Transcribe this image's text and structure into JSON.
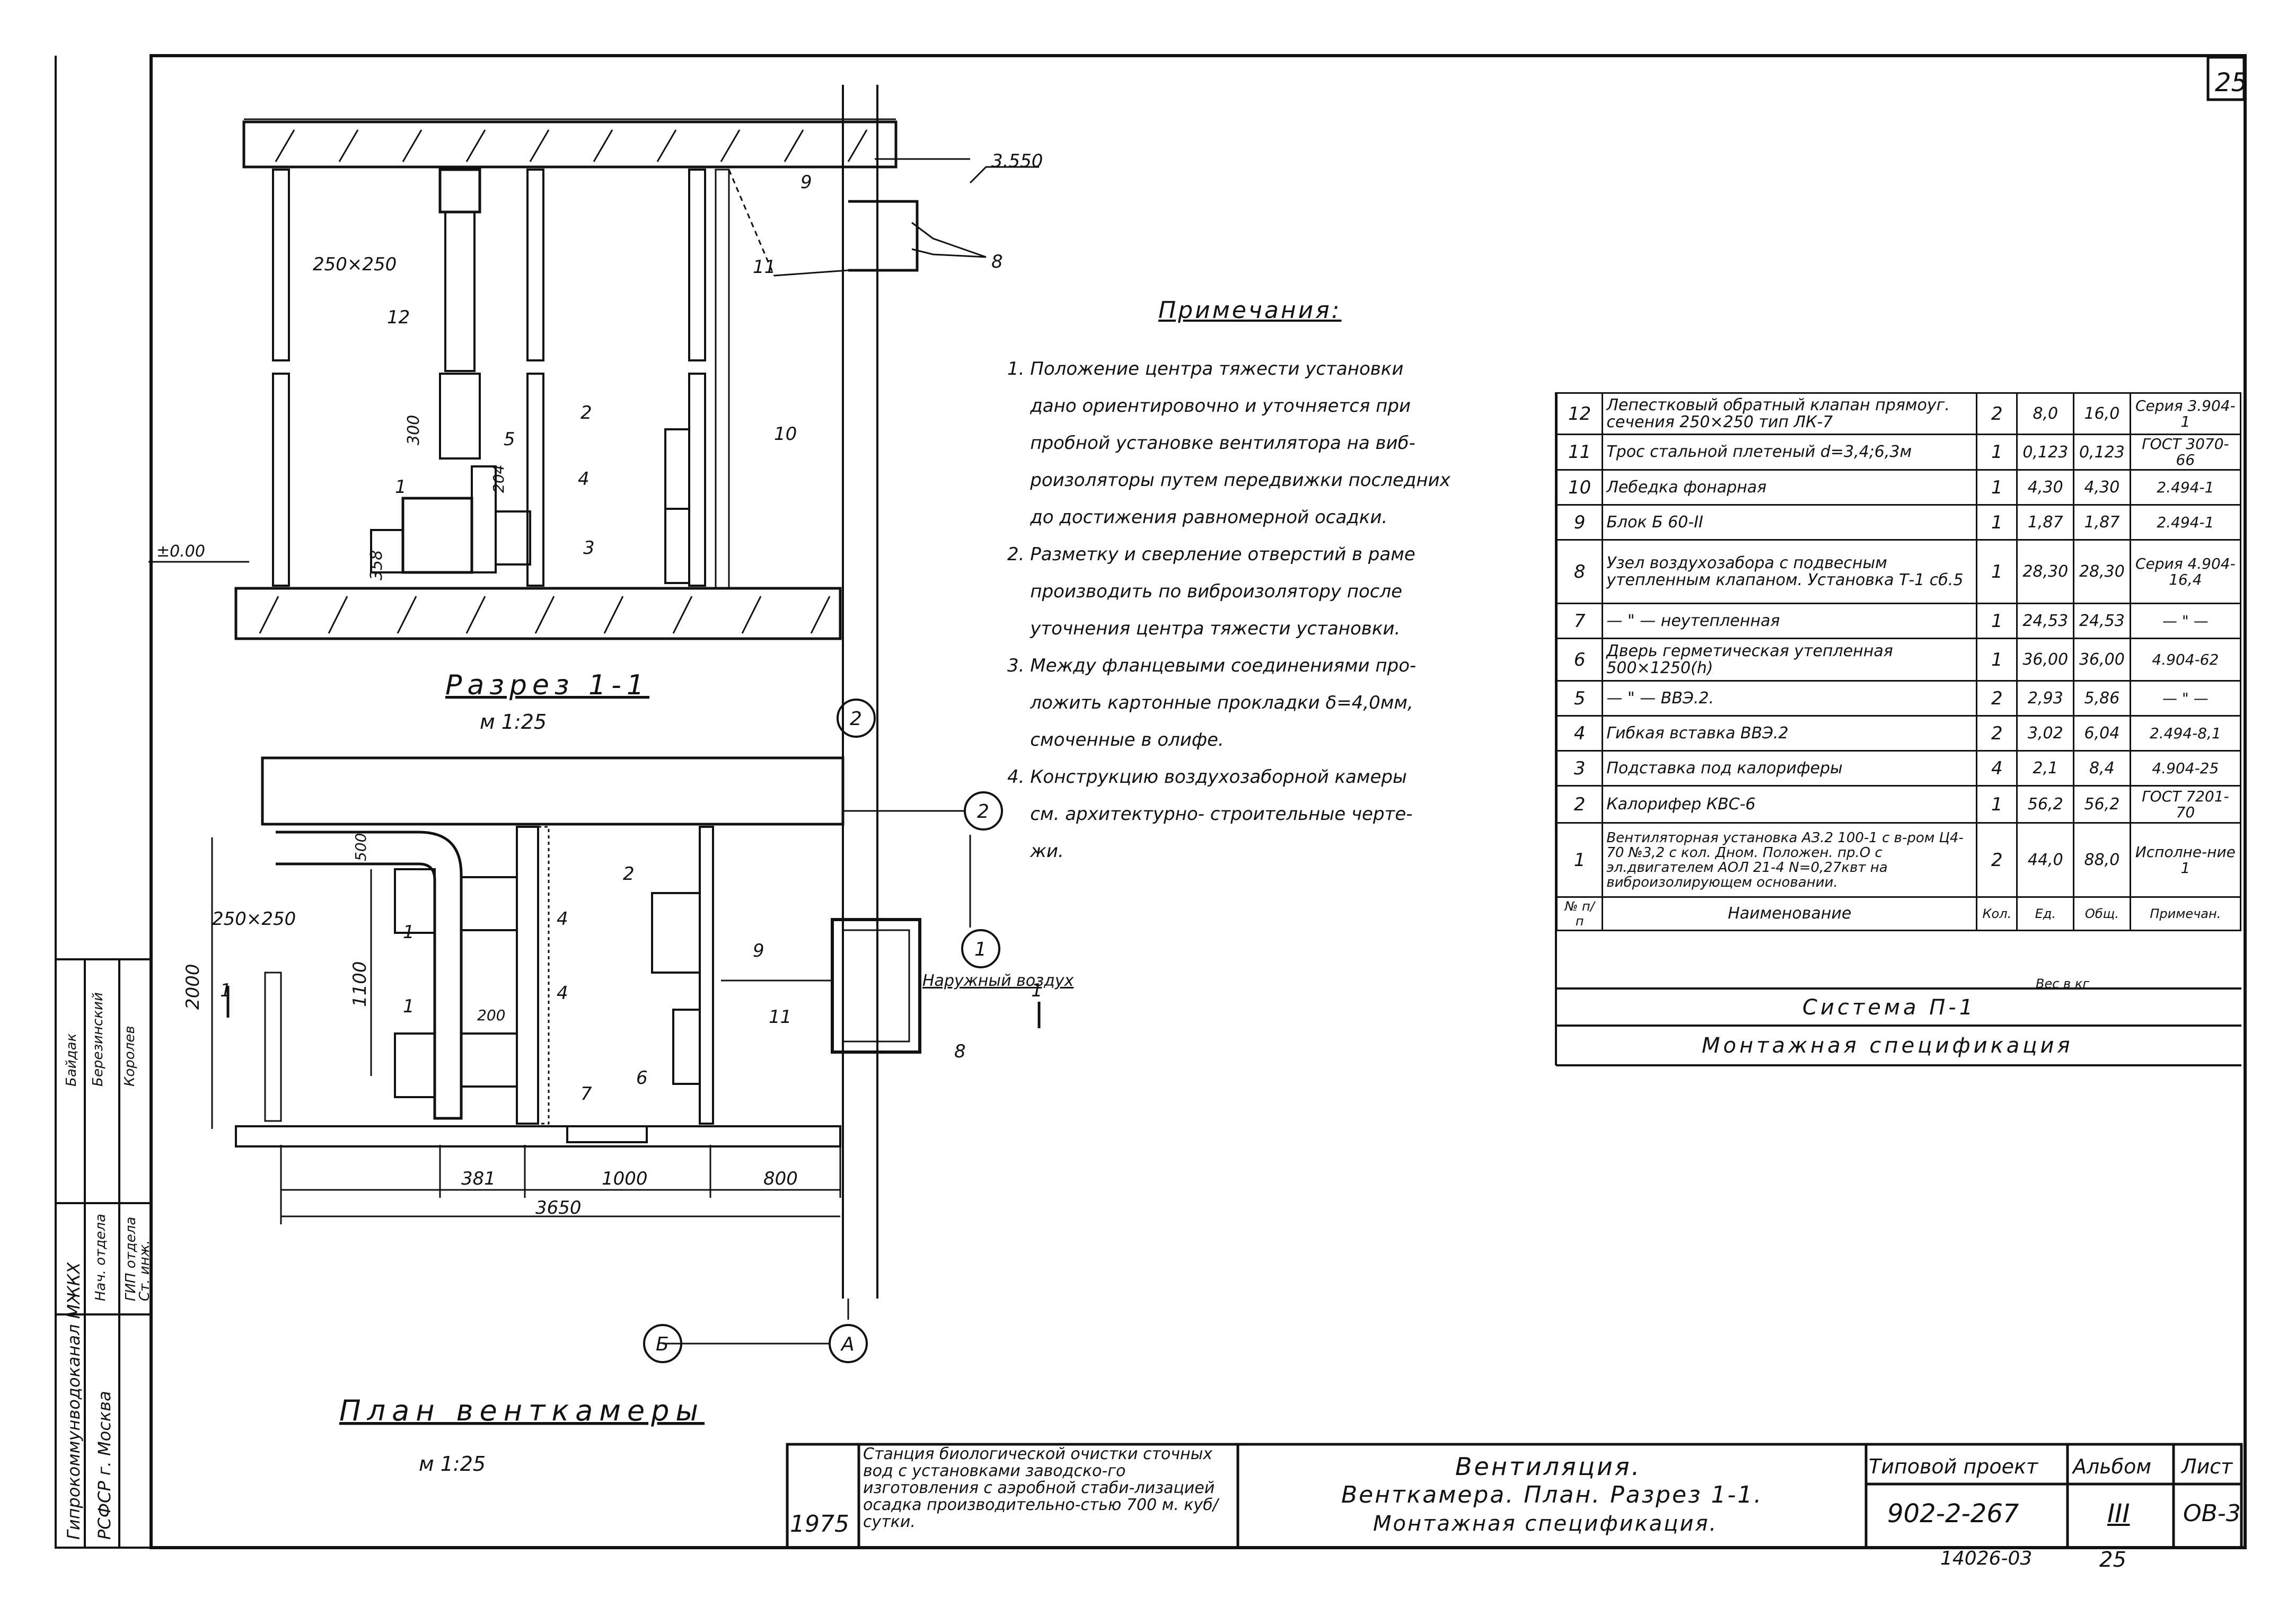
{
  "sheet": {
    "page_number": "25",
    "section_title": "Разрез 1-1",
    "section_scale": "м 1:25",
    "plan_title": "План венткамеры",
    "plan_scale": "м 1:25"
  },
  "section_labels": {
    "elev_top": "3.550",
    "elev_floor": "±0.00",
    "duct": "250×250",
    "dim_300": "300",
    "dim_204": "204",
    "dim_358": "358",
    "pos": [
      "1",
      "2",
      "3",
      "4",
      "5",
      "8",
      "9",
      "10",
      "11",
      "12"
    ],
    "axis": "2"
  },
  "plan_labels": {
    "duct": "250×250",
    "dim_500": "500",
    "dim_2000": "2000",
    "dim_1100": "1100",
    "dim_200": "200",
    "dim_381": "381",
    "dim_1000": "1000",
    "dim_800": "800",
    "dim_3650": "3650",
    "outside_air": "Наружный воздух",
    "axes": [
      "2",
      "1",
      "Б",
      "А"
    ],
    "section_mark": "1",
    "pos": [
      "1",
      "1",
      "2",
      "4",
      "4",
      "6",
      "7",
      "8",
      "9",
      "11"
    ]
  },
  "notes": {
    "title": "Примечания:",
    "lines": [
      "1. Положение центра тяжести установки",
      "    дано ориентировочно и уточняется при",
      "    пробной установке вентилятора на виб-",
      "    роизоляторы путем передвижки последних",
      "    до достижения равномерной осадки.",
      "2. Разметку и сверление отверстий в раме",
      "    производить по виброизолятору после",
      "    уточнения центра тяжести установки.",
      "3. Между фланцевыми соединениями про-",
      "    ложить картонные прокладки δ=4,0мм,",
      "    смоченные в олифе.",
      "4. Конструкцию воздухозаборной камеры",
      "    см. архитектурно- строительные черте-",
      "    жи."
    ]
  },
  "spec_table": {
    "rows": [
      {
        "pos": "12",
        "name": "Лепестковый обратный клапан прямоуг. сечения 250×250 тип ЛК-7",
        "qty": "2",
        "unit": "8,0",
        "total": "16,0",
        "note": "Серия 3.904-1"
      },
      {
        "pos": "11",
        "name": "Трос стальной плетеный d=3,4;6,3м",
        "qty": "1",
        "unit": "0,123",
        "total": "0,123",
        "note": "ГОСТ 3070-66"
      },
      {
        "pos": "10",
        "name": "Лебедка фонарная",
        "qty": "1",
        "unit": "4,30",
        "total": "4,30",
        "note": "2.494-1"
      },
      {
        "pos": "9",
        "name": "Блок Б 60-II",
        "qty": "1",
        "unit": "1,87",
        "total": "1,87",
        "note": "2.494-1"
      },
      {
        "pos": "8",
        "name": "Узел воздухозабора с подвесным утепленным клапаном. Установка Т-1 сб.5",
        "qty": "1",
        "unit": "28,30",
        "total": "28,30",
        "note": "Серия 4.904-16,4"
      },
      {
        "pos": "7",
        "name": "— \" — неутепленная",
        "qty": "1",
        "unit": "24,53",
        "total": "24,53",
        "note": "— \" —"
      },
      {
        "pos": "6",
        "name": "Дверь герметическая утепленная 500×1250(h)",
        "qty": "1",
        "unit": "36,00",
        "total": "36,00",
        "note": "4.904-62"
      },
      {
        "pos": "5",
        "name": "— \" — ВВЭ.2.",
        "qty": "2",
        "unit": "2,93",
        "total": "5,86",
        "note": "— \" —"
      },
      {
        "pos": "4",
        "name": "Гибкая вставка ВВЭ.2",
        "qty": "2",
        "unit": "3,02",
        "total": "6,04",
        "note": "2.494-8,1"
      },
      {
        "pos": "3",
        "name": "Подставка под калориферы",
        "qty": "4",
        "unit": "2,1",
        "total": "8,4",
        "note": "4.904-25"
      },
      {
        "pos": "2",
        "name": "Калорифер КВС-6",
        "qty": "1",
        "unit": "56,2",
        "total": "56,2",
        "note": "ГОСТ 7201-70"
      },
      {
        "pos": "1",
        "name": "Вентиляторная установка АЗ.2 100-1 с в-ром Ц4-70 №3,2 с кол. Дном. Положен. пр.О с эл.двигателем АОЛ 21-4 N=0,27квт на виброизолирующем основании.",
        "qty": "2",
        "unit": "44,0",
        "total": "88,0",
        "note": "Исполне-ние 1"
      }
    ],
    "header": {
      "pos": "№ п/п",
      "name": "Наименование",
      "qty": "Кол.",
      "unit": "Ед.",
      "total": "Общ.",
      "weight": "Вес в кг",
      "note": "Примечан."
    },
    "system": "Система П-1",
    "caption": "Монтажная спецификация"
  },
  "left_stamp": {
    "org": "Гипрокоммунводоканал МЖКХ РСФСР г. Москва",
    "roles": [
      "Нач. отдела",
      "ГИП отдела",
      "Ст. инж."
    ],
    "names": [
      "Байдак",
      "Березинский",
      "Королев"
    ]
  },
  "title_block": {
    "year": "1975",
    "project_desc": "Станция биологической очистки сточных вод с установками заводско-го изготовления с аэробной стаби-лизацией осадка производительно-стью 700 м. куб/сутки.",
    "title_line1": "Вентиляция.",
    "title_line2": "Венткамера. План. Разрез 1-1.",
    "title_line3": "Монтажная спецификация.",
    "label_project": "Типовой проект",
    "label_album": "Альбом",
    "label_sheet": "Лист",
    "project_no": "902-2-267",
    "album_no": "III",
    "sheet_no": "ОВ-3",
    "bottom_code": "14026-03",
    "bottom_page": "25"
  }
}
